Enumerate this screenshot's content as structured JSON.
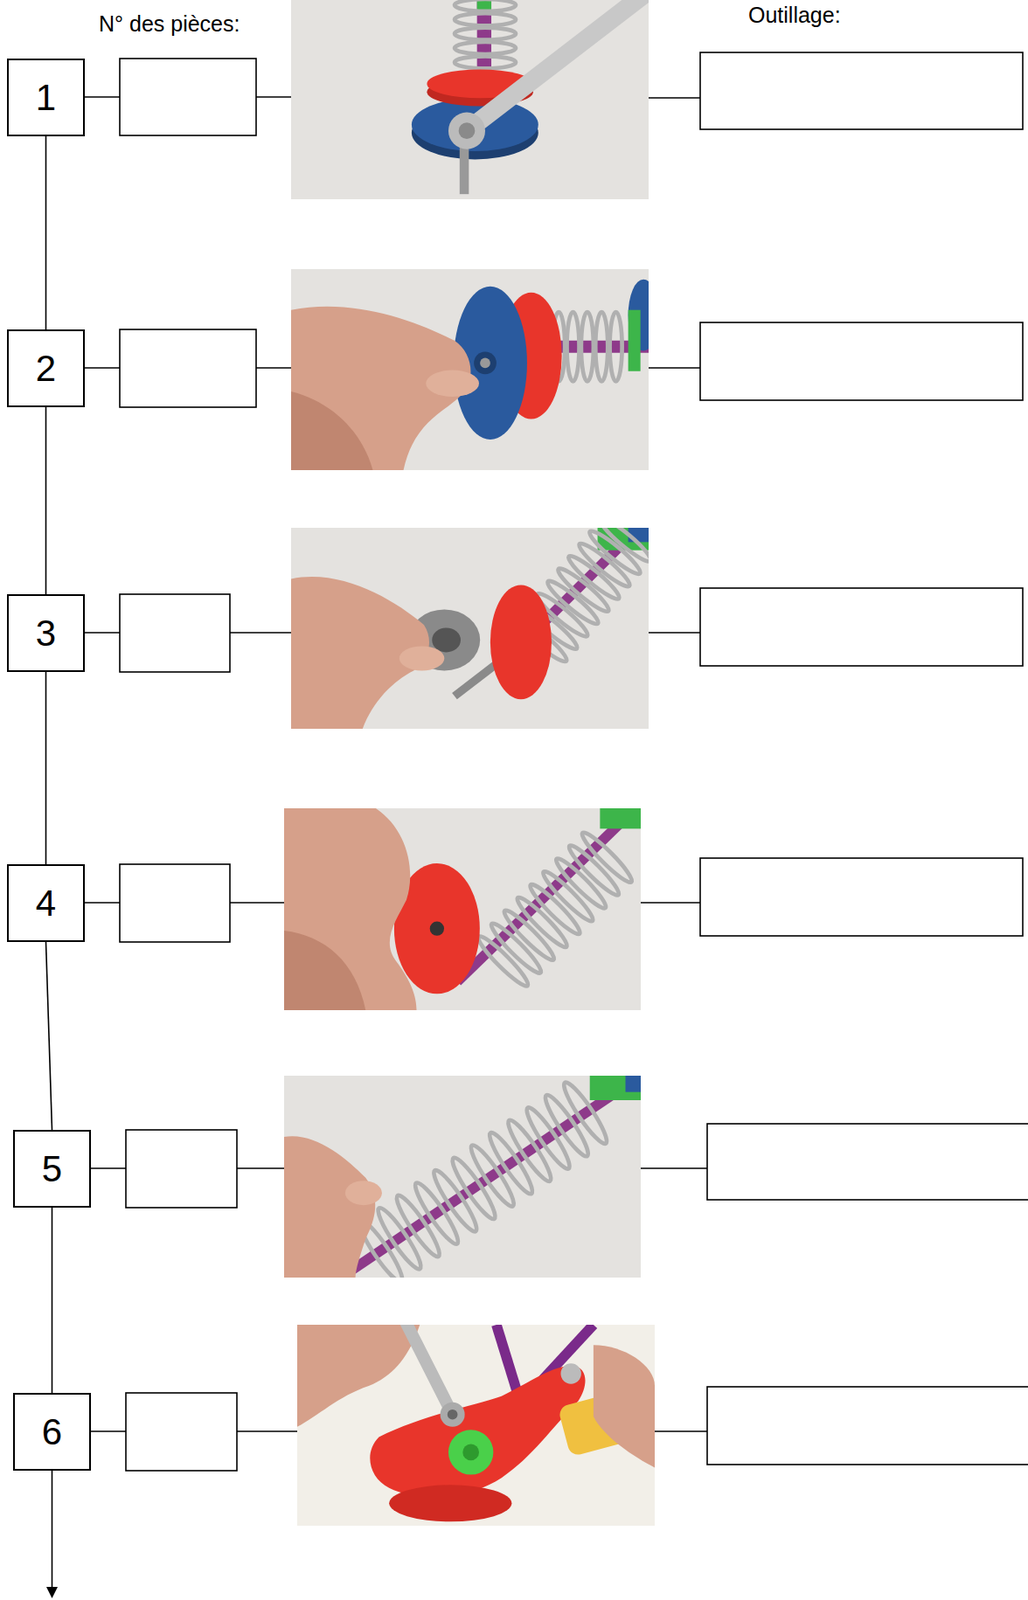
{
  "diagram": {
    "nodes": [
      {
        "text": [
          "1"
        ]
      },
      {
        "text": [
          "2"
        ]
      },
      {
        "text": [
          "3"
        ]
      },
      {
        "text": [
          "4"
        ]
      },
      {
        "text": [
          "5"
        ]
      },
      {
        "text": [
          "6"
        ]
      }
    ],
    "edges": [
      {
        "from": 0,
        "to": 1,
        "arrow": "none"
      },
      {
        "from": 1,
        "to": 2,
        "arrow": "none"
      },
      {
        "from": 2,
        "to": 3,
        "arrow": "none"
      },
      {
        "from": 3,
        "to": 4,
        "arrow": "none"
      },
      {
        "from": 4,
        "to": 5,
        "arrow": "none"
      }
    ],
    "labels": [
      "N° des pièces:",
      "Outillage:"
    ]
  }
}
